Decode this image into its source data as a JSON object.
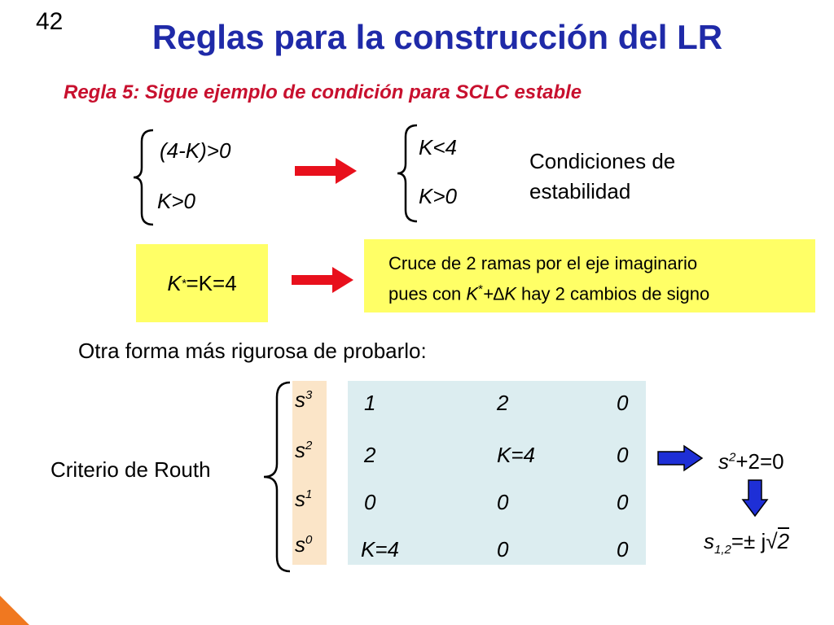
{
  "slide": {
    "number": "42",
    "title": "Reglas para la construcción del LR",
    "subtitle": "Regla 5: Sigue ejemplo de condición para SCLC estable"
  },
  "conditions": {
    "left": [
      "(4-K)>0",
      "K>0"
    ],
    "right": [
      "K<4",
      "K>0"
    ],
    "note_line1": "Condiciones de",
    "note_line2": "estabilidad"
  },
  "kstar": {
    "k": "K",
    "sup": "*",
    "rest": "=K=4"
  },
  "cruce": {
    "line1": "Cruce de 2 ramas por el eje imaginario",
    "line2_a": "pues con ",
    "line2_k": "K",
    "line2_sup": "*",
    "line2_delta": "+∆K",
    "line2_b": " hay 2 cambios de signo"
  },
  "otra_forma": "Otra forma más rigurosa de probarlo:",
  "routh": {
    "label": "Criterio de Routh",
    "rows": [
      {
        "base": "s",
        "exp": "3",
        "cells": [
          "1",
          "2",
          "0"
        ]
      },
      {
        "base": "s",
        "exp": "2",
        "cells": [
          "2",
          "K=4",
          "0"
        ]
      },
      {
        "base": "s",
        "exp": "1",
        "cells": [
          "0",
          "0",
          "0"
        ]
      },
      {
        "base": "s",
        "exp": "0",
        "cells": [
          "K=4",
          "0",
          "0"
        ]
      }
    ]
  },
  "result": {
    "aux_base": "s",
    "aux_exp": "2",
    "aux_rest": "+2=0",
    "roots_base": "s",
    "roots_sub": "1,2",
    "roots_rest": "=± j",
    "roots_radicand": "2"
  },
  "colors": {
    "title": "#1f2aa8",
    "subtitle": "#c8102e",
    "red_arrow": "#e8101c",
    "blue_arrow": "#1e2fd6",
    "highlight_yellow": "#ffff66",
    "routh_labels_bg": "#fbe5c8",
    "routh_table_bg": "#dcedf0"
  }
}
